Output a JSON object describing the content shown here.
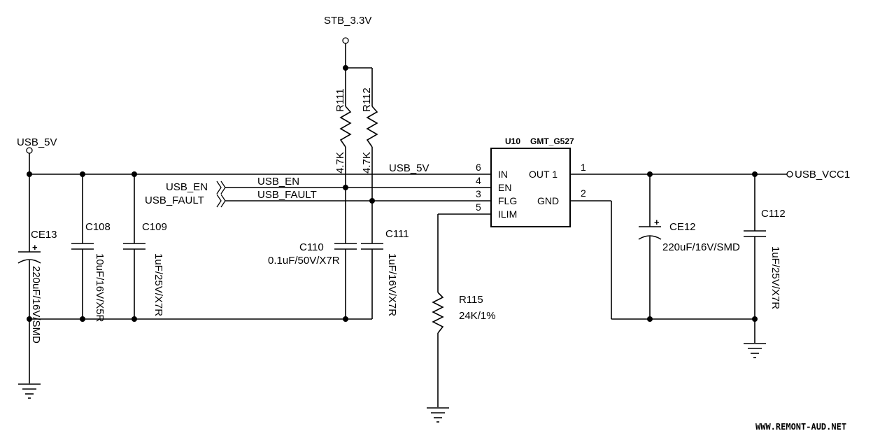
{
  "nets": {
    "usb_5v_left": "USB_5V",
    "usb_5v_rail": "USB_5V",
    "stb_3v3": "STB_3.3V",
    "usb_en": "USB_EN",
    "usb_fault": "USB_FAULT",
    "usb_en_port": "USB_EN",
    "usb_fault_port": "USB_FAULT",
    "usb_vcc1": "USB_VCC1"
  },
  "ic": {
    "ref": "U10",
    "part": "GMT_G527",
    "pins_left": [
      {
        "name": "IN",
        "num": "6"
      },
      {
        "name": "EN",
        "num": "4"
      },
      {
        "name": "FLG",
        "num": "3"
      },
      {
        "name": "ILIM",
        "num": "5"
      }
    ],
    "pins_right": [
      {
        "name": "OUT 1",
        "num": "1"
      },
      {
        "name": "GND",
        "num": "2"
      }
    ]
  },
  "components": {
    "ce13": {
      "ref": "CE13",
      "value": "220uF/16V/SMD"
    },
    "c108": {
      "ref": "C108",
      "value": "10uF/16V/X5R"
    },
    "c109": {
      "ref": "C109",
      "value": "1uF/25V/X7R"
    },
    "r111": {
      "ref": "R111",
      "value": "4.7K"
    },
    "r112": {
      "ref": "R112",
      "value": "4.7K"
    },
    "c110": {
      "ref": "C110",
      "value": "0.1uF/50V/X7R"
    },
    "c111": {
      "ref": "C111",
      "value": "1uF/16V/X7R"
    },
    "r115": {
      "ref": "R115",
      "value": "24K/1%"
    },
    "ce12": {
      "ref": "CE12",
      "value": "220uF/16V/SMD"
    },
    "c112": {
      "ref": "C112",
      "value": "1uF/25V/X7R"
    }
  },
  "watermark": "WWW.REMONT-AUD.NET"
}
